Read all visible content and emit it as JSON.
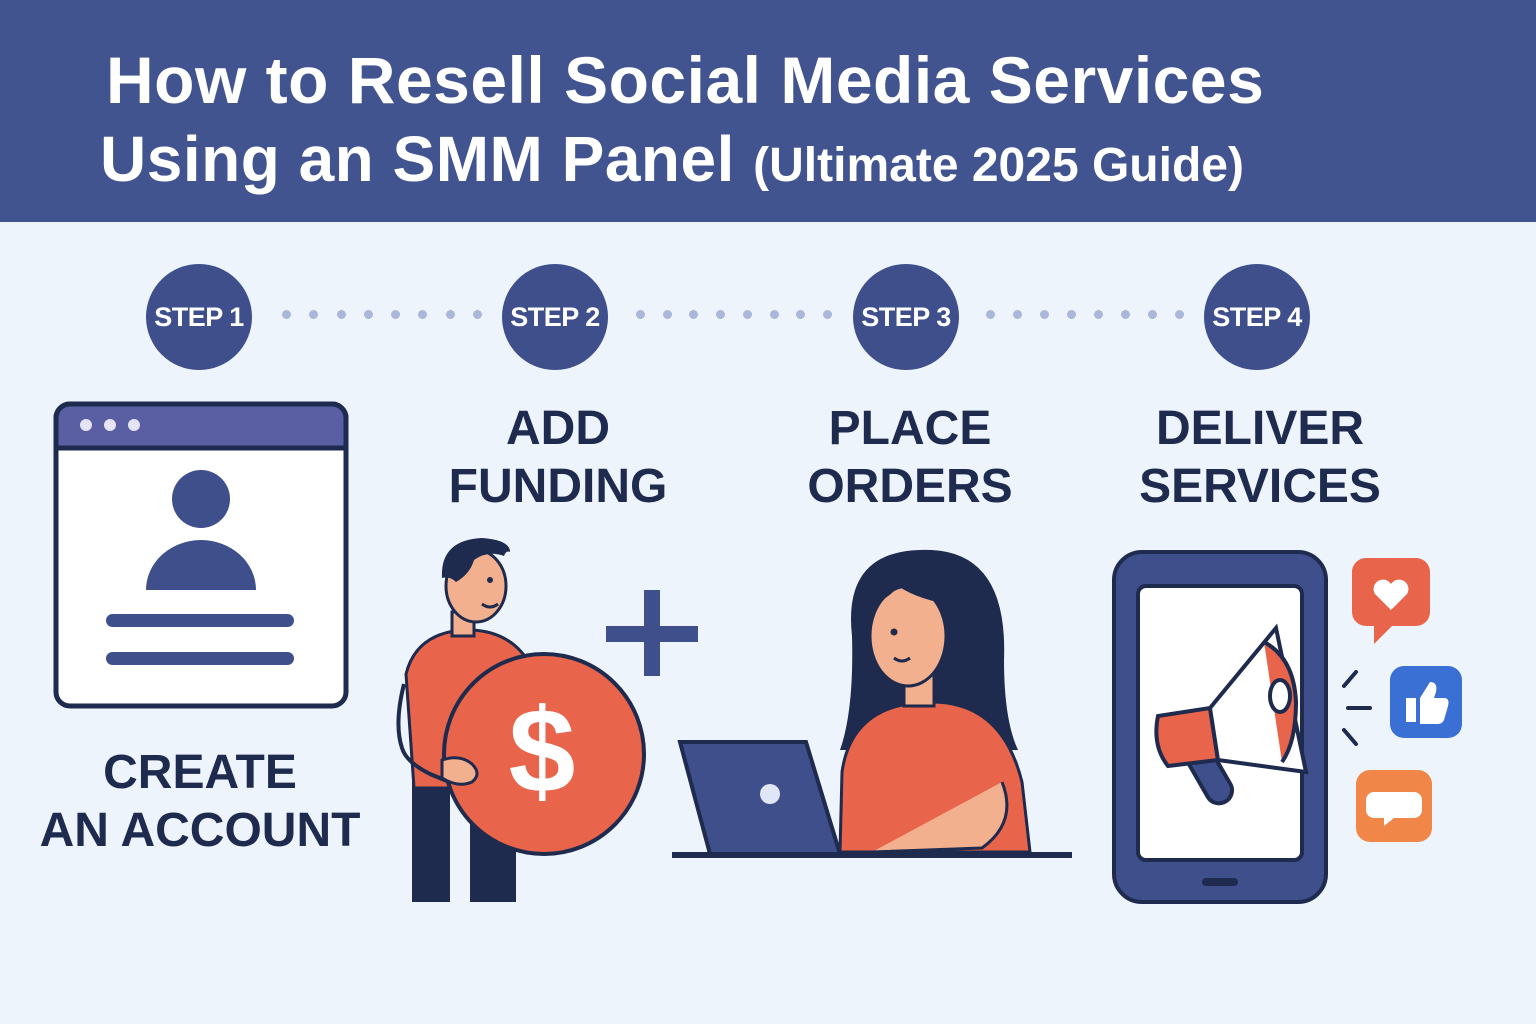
{
  "header": {
    "title_line1": "How to Resell Social Media Services",
    "title_line2": "Using an SMM Panel",
    "title_suffix": "(Ultimate 2025 Guide)"
  },
  "steps": [
    {
      "badge": "STEP 1",
      "label_line1": "CREATE",
      "label_line2": "AN ACCOUNT"
    },
    {
      "badge": "STEP 2",
      "label_line1": "ADD",
      "label_line2": "FUNDING"
    },
    {
      "badge": "STEP 3",
      "label_line1": "PLACE",
      "label_line2": "ORDERS"
    },
    {
      "badge": "STEP 4",
      "label_line1": "DELIVER",
      "label_line2": "SERVICES"
    }
  ],
  "illustrations": {
    "step1_icon": "account-window-icon",
    "step2_icon": "dollar-coin-icon",
    "step3_icon": "laptop-icon",
    "step4_icon": "megaphone-phone-icon",
    "social_icons": [
      "heart-bubble-icon",
      "thumbs-up-icon",
      "chat-bubble-icon"
    ],
    "dollar_symbol": "$"
  },
  "colors": {
    "header_bg": "#415490",
    "background": "#eef4fc",
    "primary_navy": "#3f4f8c",
    "accent_orange": "#e8644a",
    "text_dark": "#1e2a4e"
  }
}
